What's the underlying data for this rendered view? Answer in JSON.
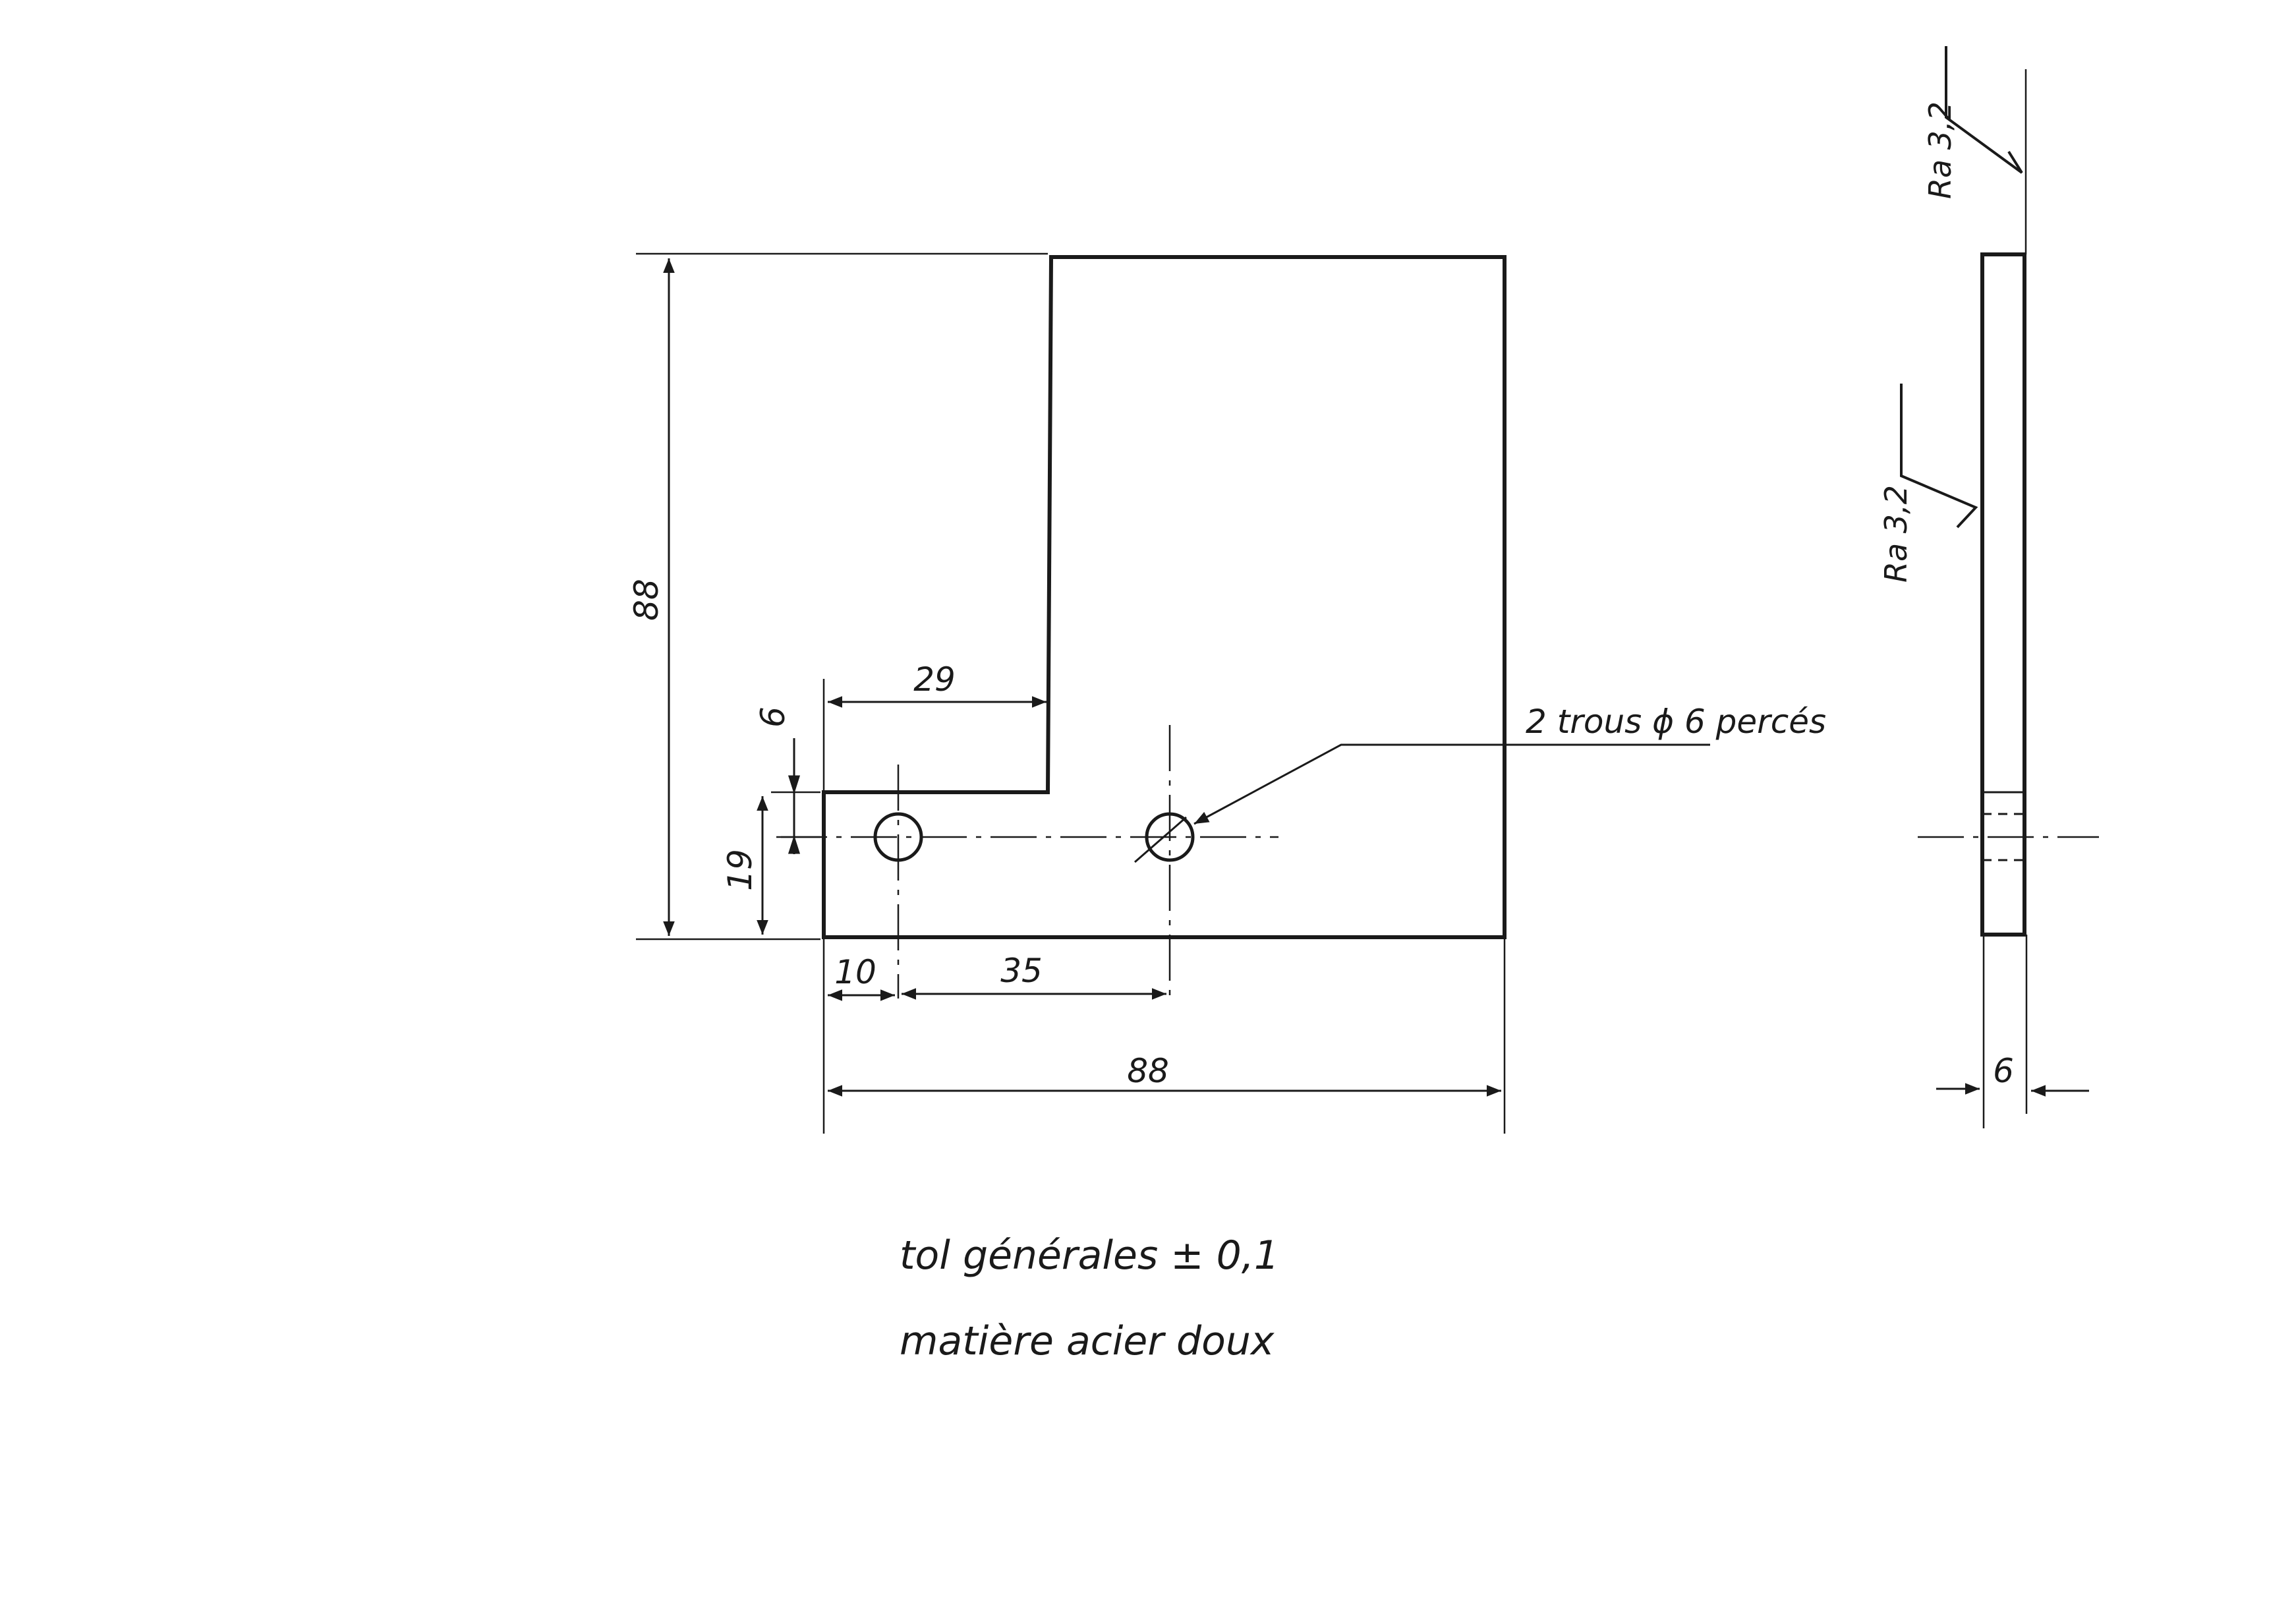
{
  "front_view": {
    "dimensions": {
      "overall_height": "88",
      "overall_width": "88",
      "slot_depth": "29",
      "hole_offset_top": "6",
      "bottom_height": "19",
      "hole_left_offset": "10",
      "hole_spacing": "35"
    },
    "hole_callout": "2 trous ϕ 6 percés"
  },
  "side_view": {
    "thickness": "6",
    "roughness_top": "Ra 3,2",
    "roughness_mid": "Ra 3,2"
  },
  "notes": {
    "tolerance": "tol générales ± 0,1",
    "material": "matière acier doux"
  },
  "colors": {
    "ink": "#1a1a1a",
    "paper": "#ffffff"
  }
}
